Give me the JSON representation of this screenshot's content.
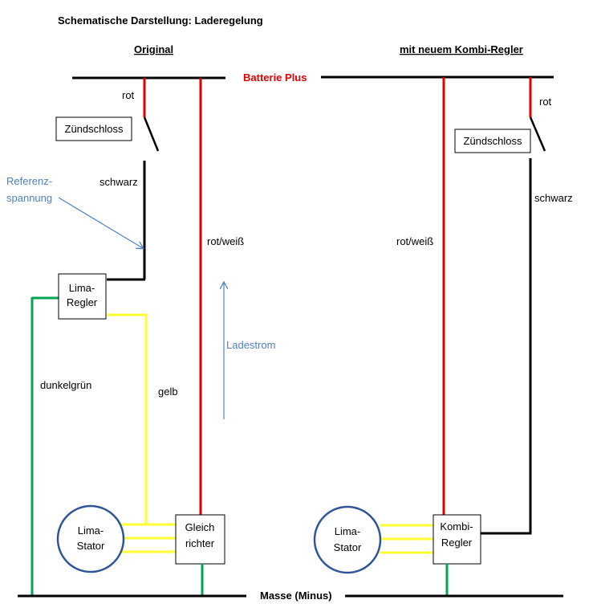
{
  "title": "Schematische Darstellung:  Laderegelung",
  "left": {
    "heading": "Original",
    "wire_rot": "rot",
    "ignition": "Zündschloss",
    "wire_schwarz": "schwarz",
    "reference_line1": "Referenz-",
    "reference_line2": "spannung",
    "wire_rot_weiss": "rot/weiß",
    "regler_line1": "Lima-",
    "regler_line2": "Regler",
    "charge_current": "Ladestrom",
    "wire_dunkelgruen": "dunkelgrün",
    "wire_gelb": "gelb",
    "stator_line1": "Lima-",
    "stator_line2": "Stator",
    "rectifier_line1": "Gleich",
    "rectifier_line2": "richter"
  },
  "right": {
    "heading": "mit neuem Kombi-Regler",
    "wire_rot": "rot",
    "ignition": "Zündschloss",
    "wire_schwarz": "schwarz",
    "wire_rot_weiss": "rot/weiß",
    "stator_line1": "Lima-",
    "stator_line2": "Stator",
    "combi_line1": "Kombi-",
    "combi_line2": "Regler"
  },
  "battery_plus": "Batterie Plus",
  "ground": "Masse (Minus)",
  "colors": {
    "red": "#e00000",
    "black": "#000000",
    "yellow": "#ffff33",
    "green": "#00a650",
    "blue": "#4f81bd",
    "stator_ring": "#2f5597"
  }
}
